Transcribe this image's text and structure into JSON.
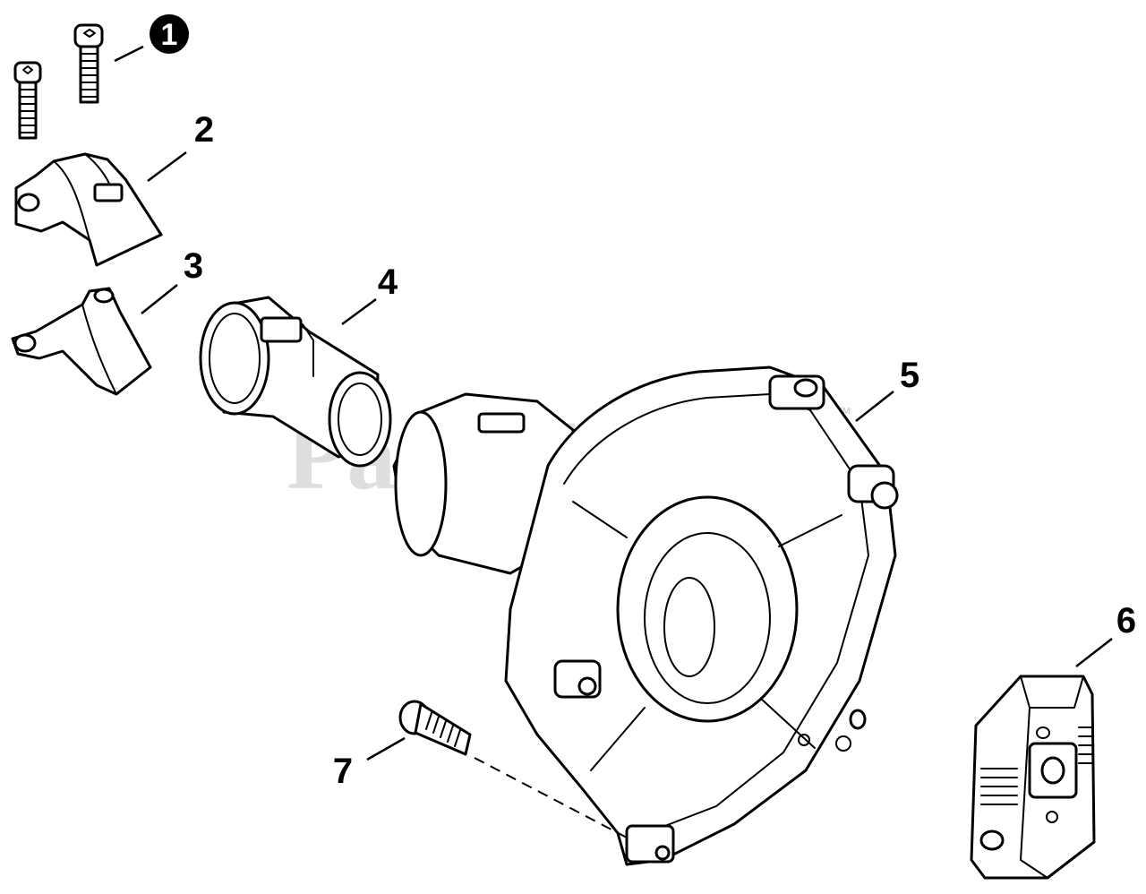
{
  "watermark": {
    "text": "PartsTree",
    "trademark": "TM"
  },
  "callouts": {
    "c1": "1",
    "c2": "2",
    "c3": "3",
    "c4": "4",
    "c5": "5",
    "c6": "6",
    "c7": "7"
  }
}
